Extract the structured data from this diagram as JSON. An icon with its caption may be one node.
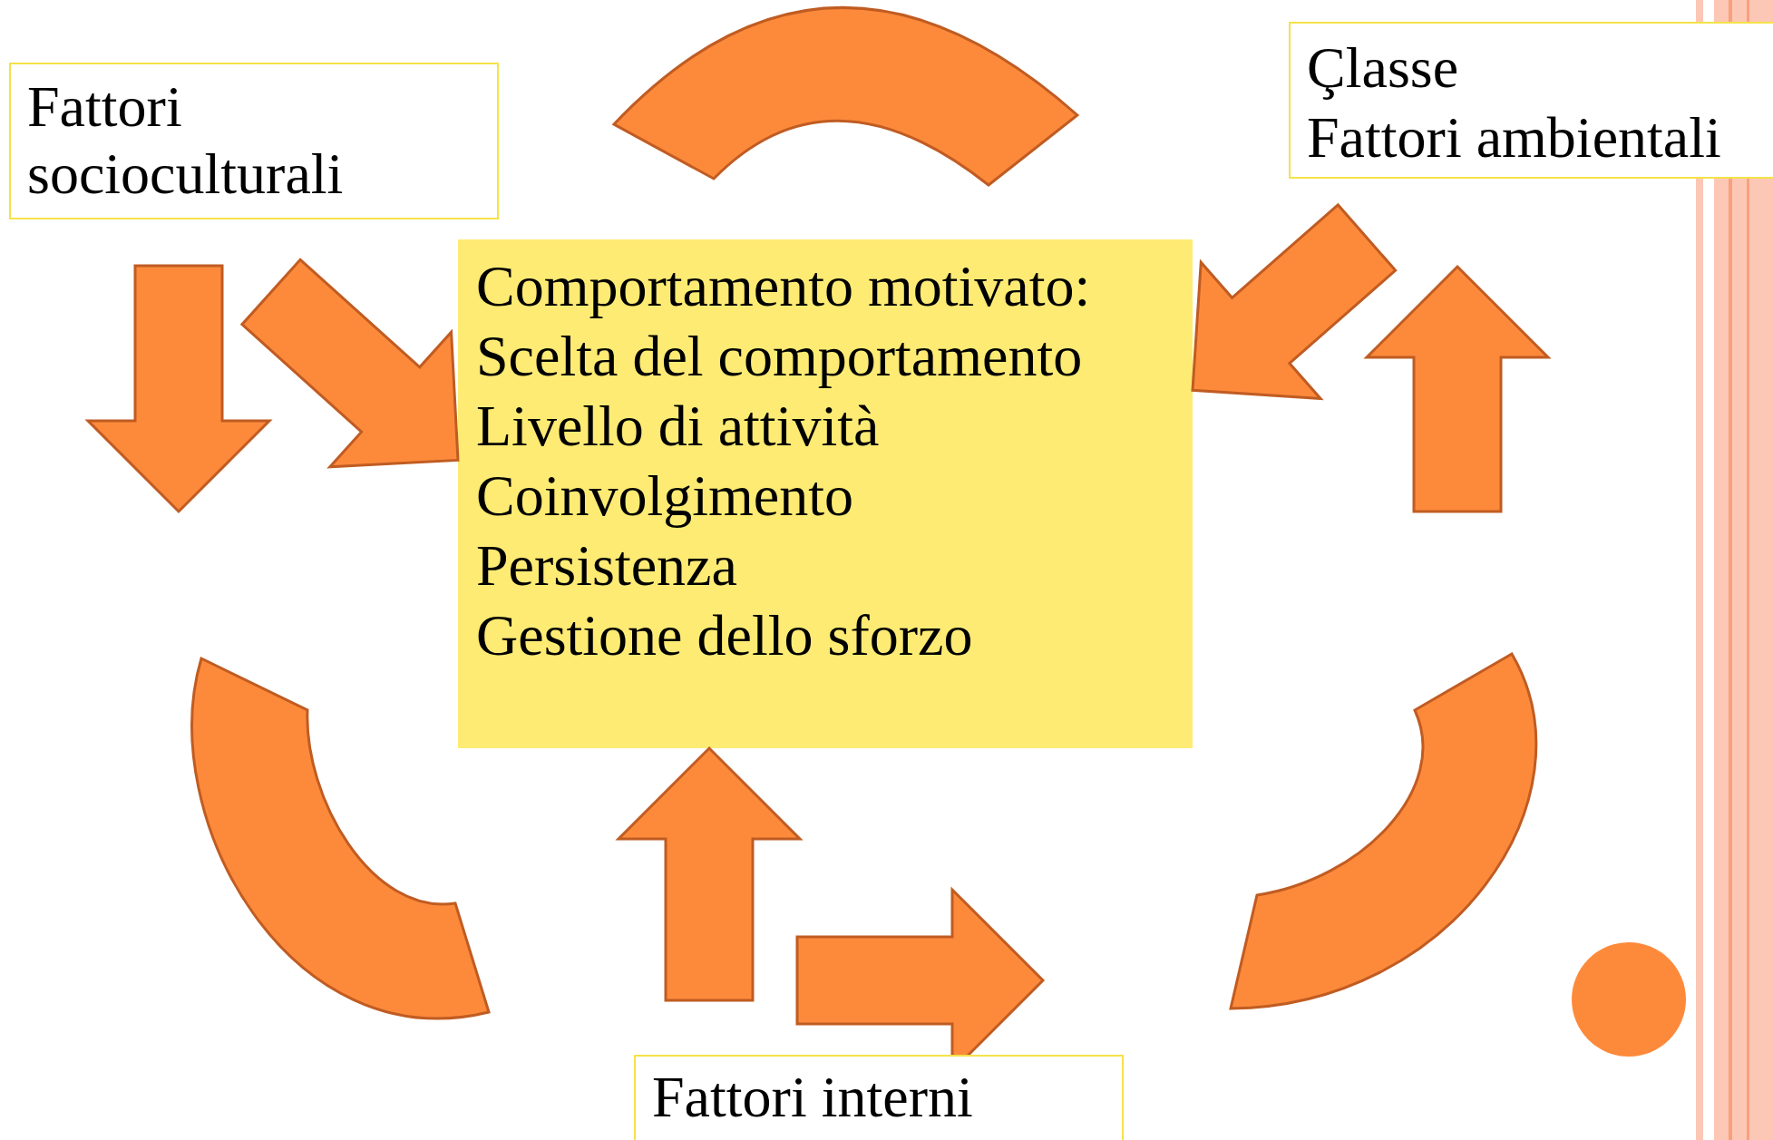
{
  "diagram": {
    "nodes": [
      {
        "text": [
          "Fattori socioculturali"
        ]
      },
      {
        "text": [
          "Comportamento motivato:",
          "Scelta del comportamento",
          "Livello di attività",
          "Coinvolgimento",
          "Persistenza",
          "Gestione dello sforzo"
        ]
      },
      {
        "text": [
          "Çlasse",
          "Fattori ambientali"
        ]
      },
      {
        "text": [
          "Fattori interni"
        ]
      },
      {
        "text": [],
        "shape": "arc"
      },
      {
        "text": [],
        "shape": "arc"
      },
      {
        "text": [],
        "shape": "arc"
      },
      {
        "text": [],
        "shape": "circle"
      }
    ],
    "edges": [
      {
        "from": 0,
        "to": 1,
        "arrow": "to"
      },
      {
        "from": 2,
        "to": 1,
        "arrow": "to"
      },
      {
        "from": 3,
        "to": 1,
        "arrow": "to"
      }
    ]
  }
}
